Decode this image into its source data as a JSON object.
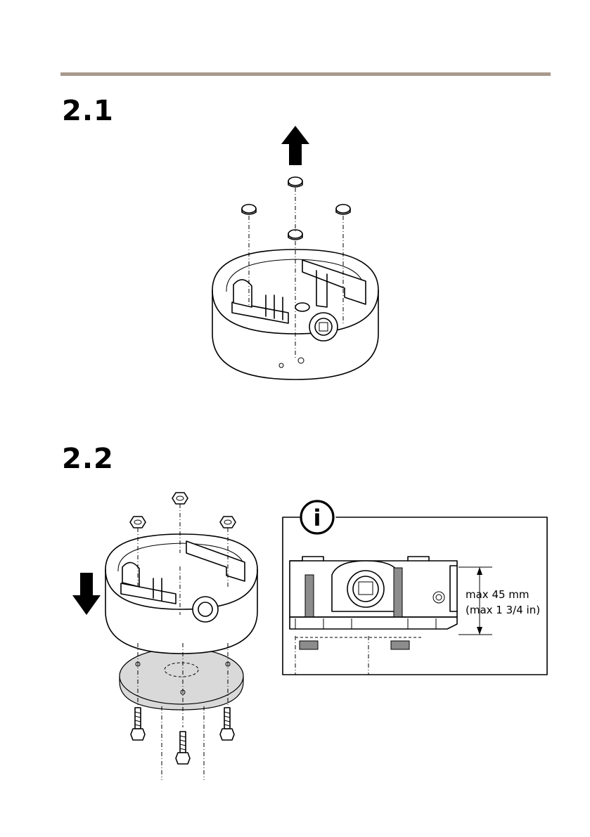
{
  "steps": [
    {
      "number": "2.1"
    },
    {
      "number": "2.2"
    }
  ],
  "info_callout": {
    "icon": "info-icon",
    "icon_glyph": "i",
    "max_height_metric": "max 45 mm",
    "max_height_imperial": "(max 1 3/4 in)"
  },
  "colors": {
    "rule": "#a99a8e",
    "mount_plate": "#d9d9d9",
    "standoff": "#8c8c8c"
  }
}
